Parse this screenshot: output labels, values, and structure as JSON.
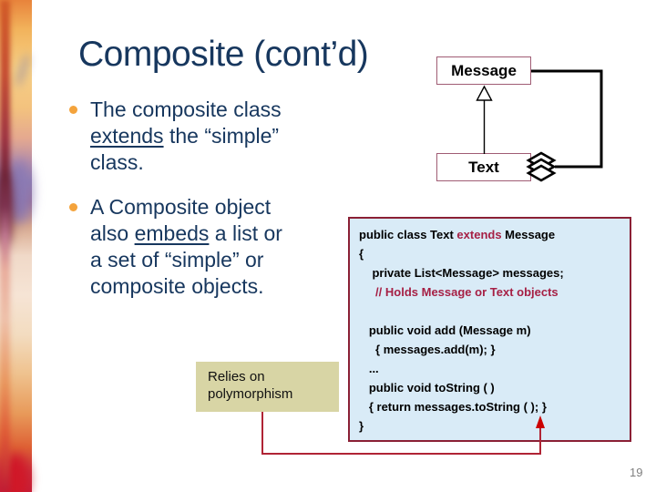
{
  "title": "Composite (cont’d)",
  "bullets": {
    "b1": {
      "l1": "The composite class",
      "l2a": "extends",
      "l2b": " the “simple”",
      "l3": "class."
    },
    "b2": {
      "l1": "A Composite object",
      "l2a": "also ",
      "l2b": "embeds",
      "l2c": " a list or",
      "l3": "a set of “simple” or",
      "l4": "composite objects."
    }
  },
  "diagram": {
    "message_label": "Message",
    "text_label": "Text",
    "inheritance_icon": "hollow-triangle-up",
    "aggregation_icon": "stacked-diamonds"
  },
  "code": {
    "l1a": "public class Text ",
    "l1b": "extends",
    "l1c": " Message",
    "l2": "{",
    "l3": "    private List<Message> messages;",
    "l4": "     // Holds Message or Text objects",
    "l5": "",
    "l6": "   public void add (Message m)",
    "l7": "     { messages.add(m); }",
    "l8": "   ...",
    "l9": "   public void toString ( )",
    "l10": "   { return messages.toString ( ); }",
    "l11": "}"
  },
  "callout": {
    "line1": "Relies on",
    "line2": "polymorphism"
  },
  "page": {
    "number": "19"
  },
  "colors": {
    "text_navy": "#17375e",
    "bullet_orange": "#f4a33c",
    "code_background": "#d9ebf7",
    "code_border_maroon": "#8b2035",
    "code_keyword_maroon": "#a62045",
    "callout_khaki": "#d8d5a5",
    "uml_box_border": "#a05c74",
    "connector_red": "#cc0000",
    "page_number_gray": "#7f7f7f"
  }
}
